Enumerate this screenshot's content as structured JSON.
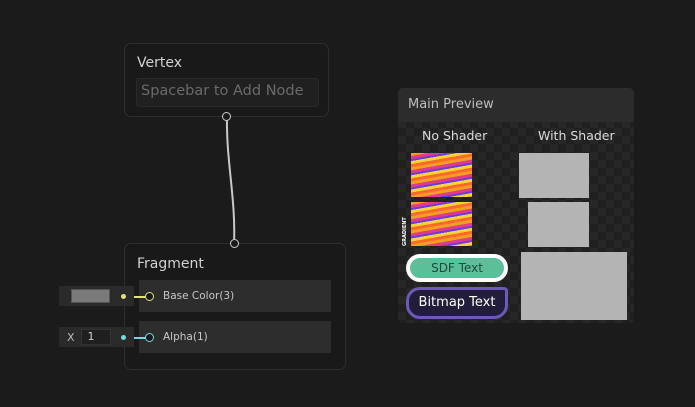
{
  "vertex": {
    "title": "Vertex",
    "placeholder": "Spacebar to Add Node"
  },
  "fragment": {
    "title": "Fragment",
    "ports": [
      {
        "label": "Base Color(3)",
        "color": "#e2e27a"
      },
      {
        "label": "Alpha(1)",
        "color": "#7ad7e2"
      }
    ],
    "inputs": {
      "base_color_swatch": "#7a7a7a",
      "alpha_axis": "X",
      "alpha_value": "1"
    }
  },
  "preview": {
    "title": "Main Preview",
    "col_no_shader": "No Shader",
    "col_with_shader": "With Shader",
    "row_labels": [
      "GRADIENT"
    ],
    "sdf_text": "SDF Text",
    "bitmap_text": "Bitmap Text"
  }
}
